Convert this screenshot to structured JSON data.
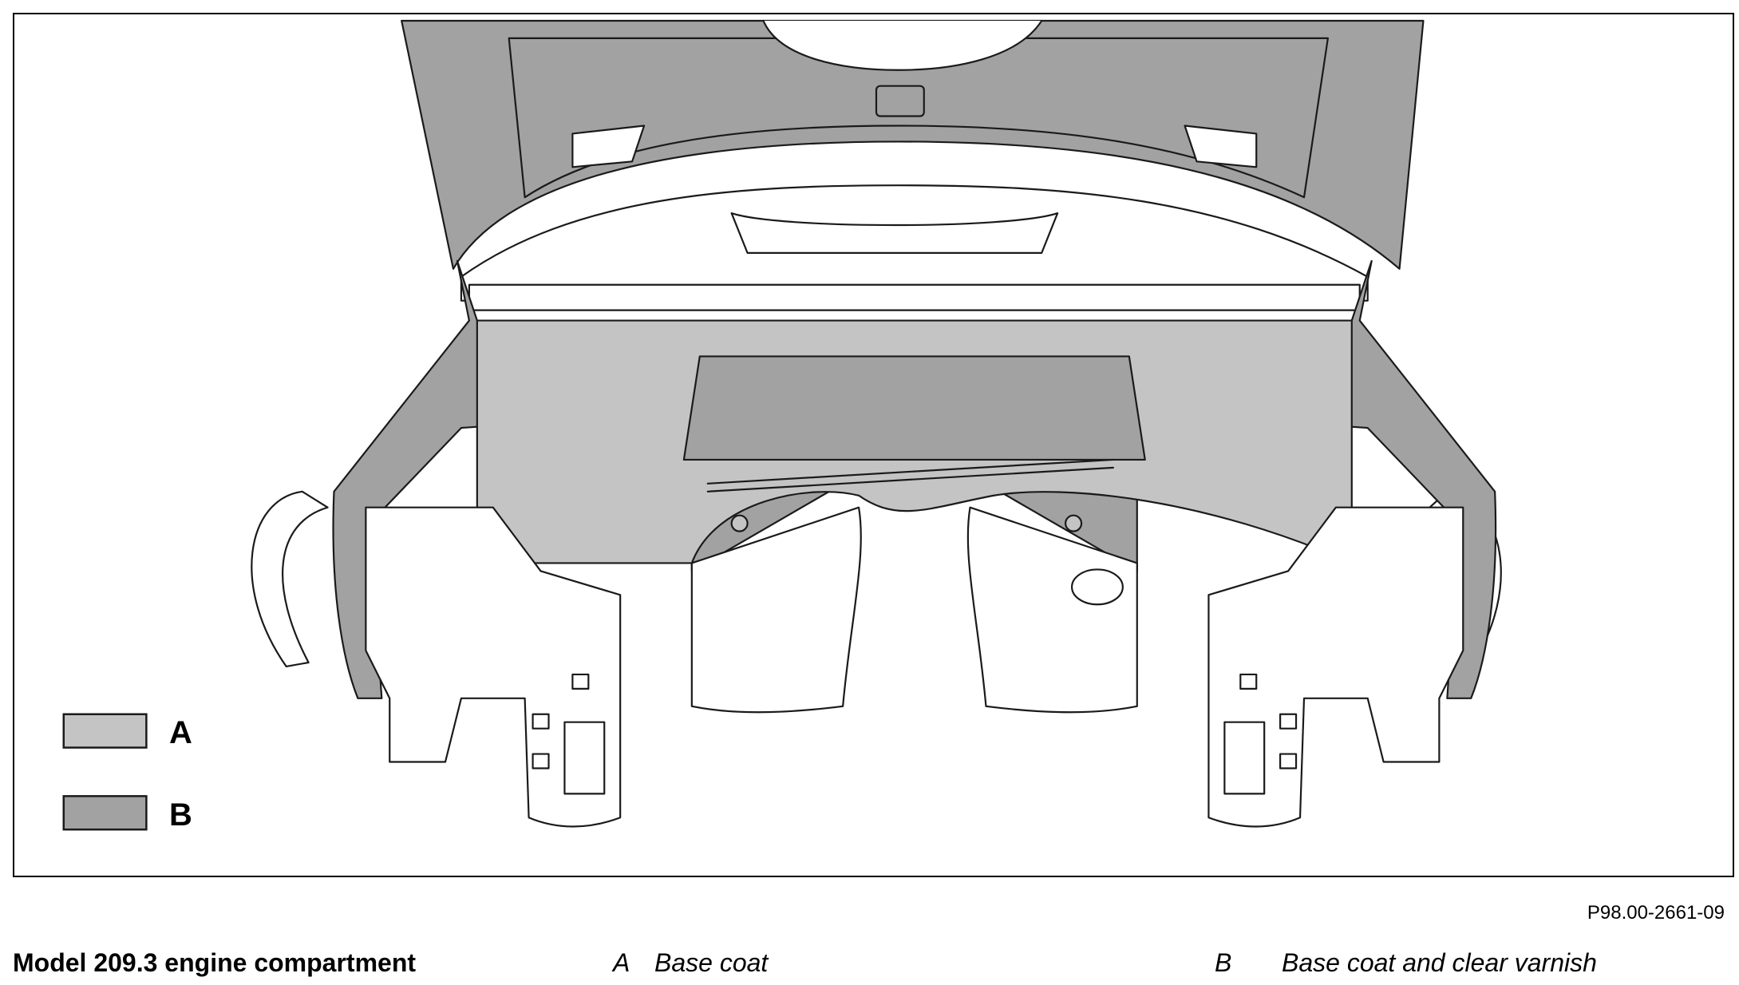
{
  "figure": {
    "id_label": "P98.00-2661-09",
    "caption_title": "Model 209.3 engine compartment"
  },
  "legend": [
    {
      "key": "A",
      "description": "Base coat",
      "color": "#c4c4c4"
    },
    {
      "key": "B",
      "description": "Base coat and clear varnish",
      "color": "#a2a2a2"
    }
  ],
  "colors": {
    "outline": "#1a1a1a",
    "background": "#ffffff"
  }
}
